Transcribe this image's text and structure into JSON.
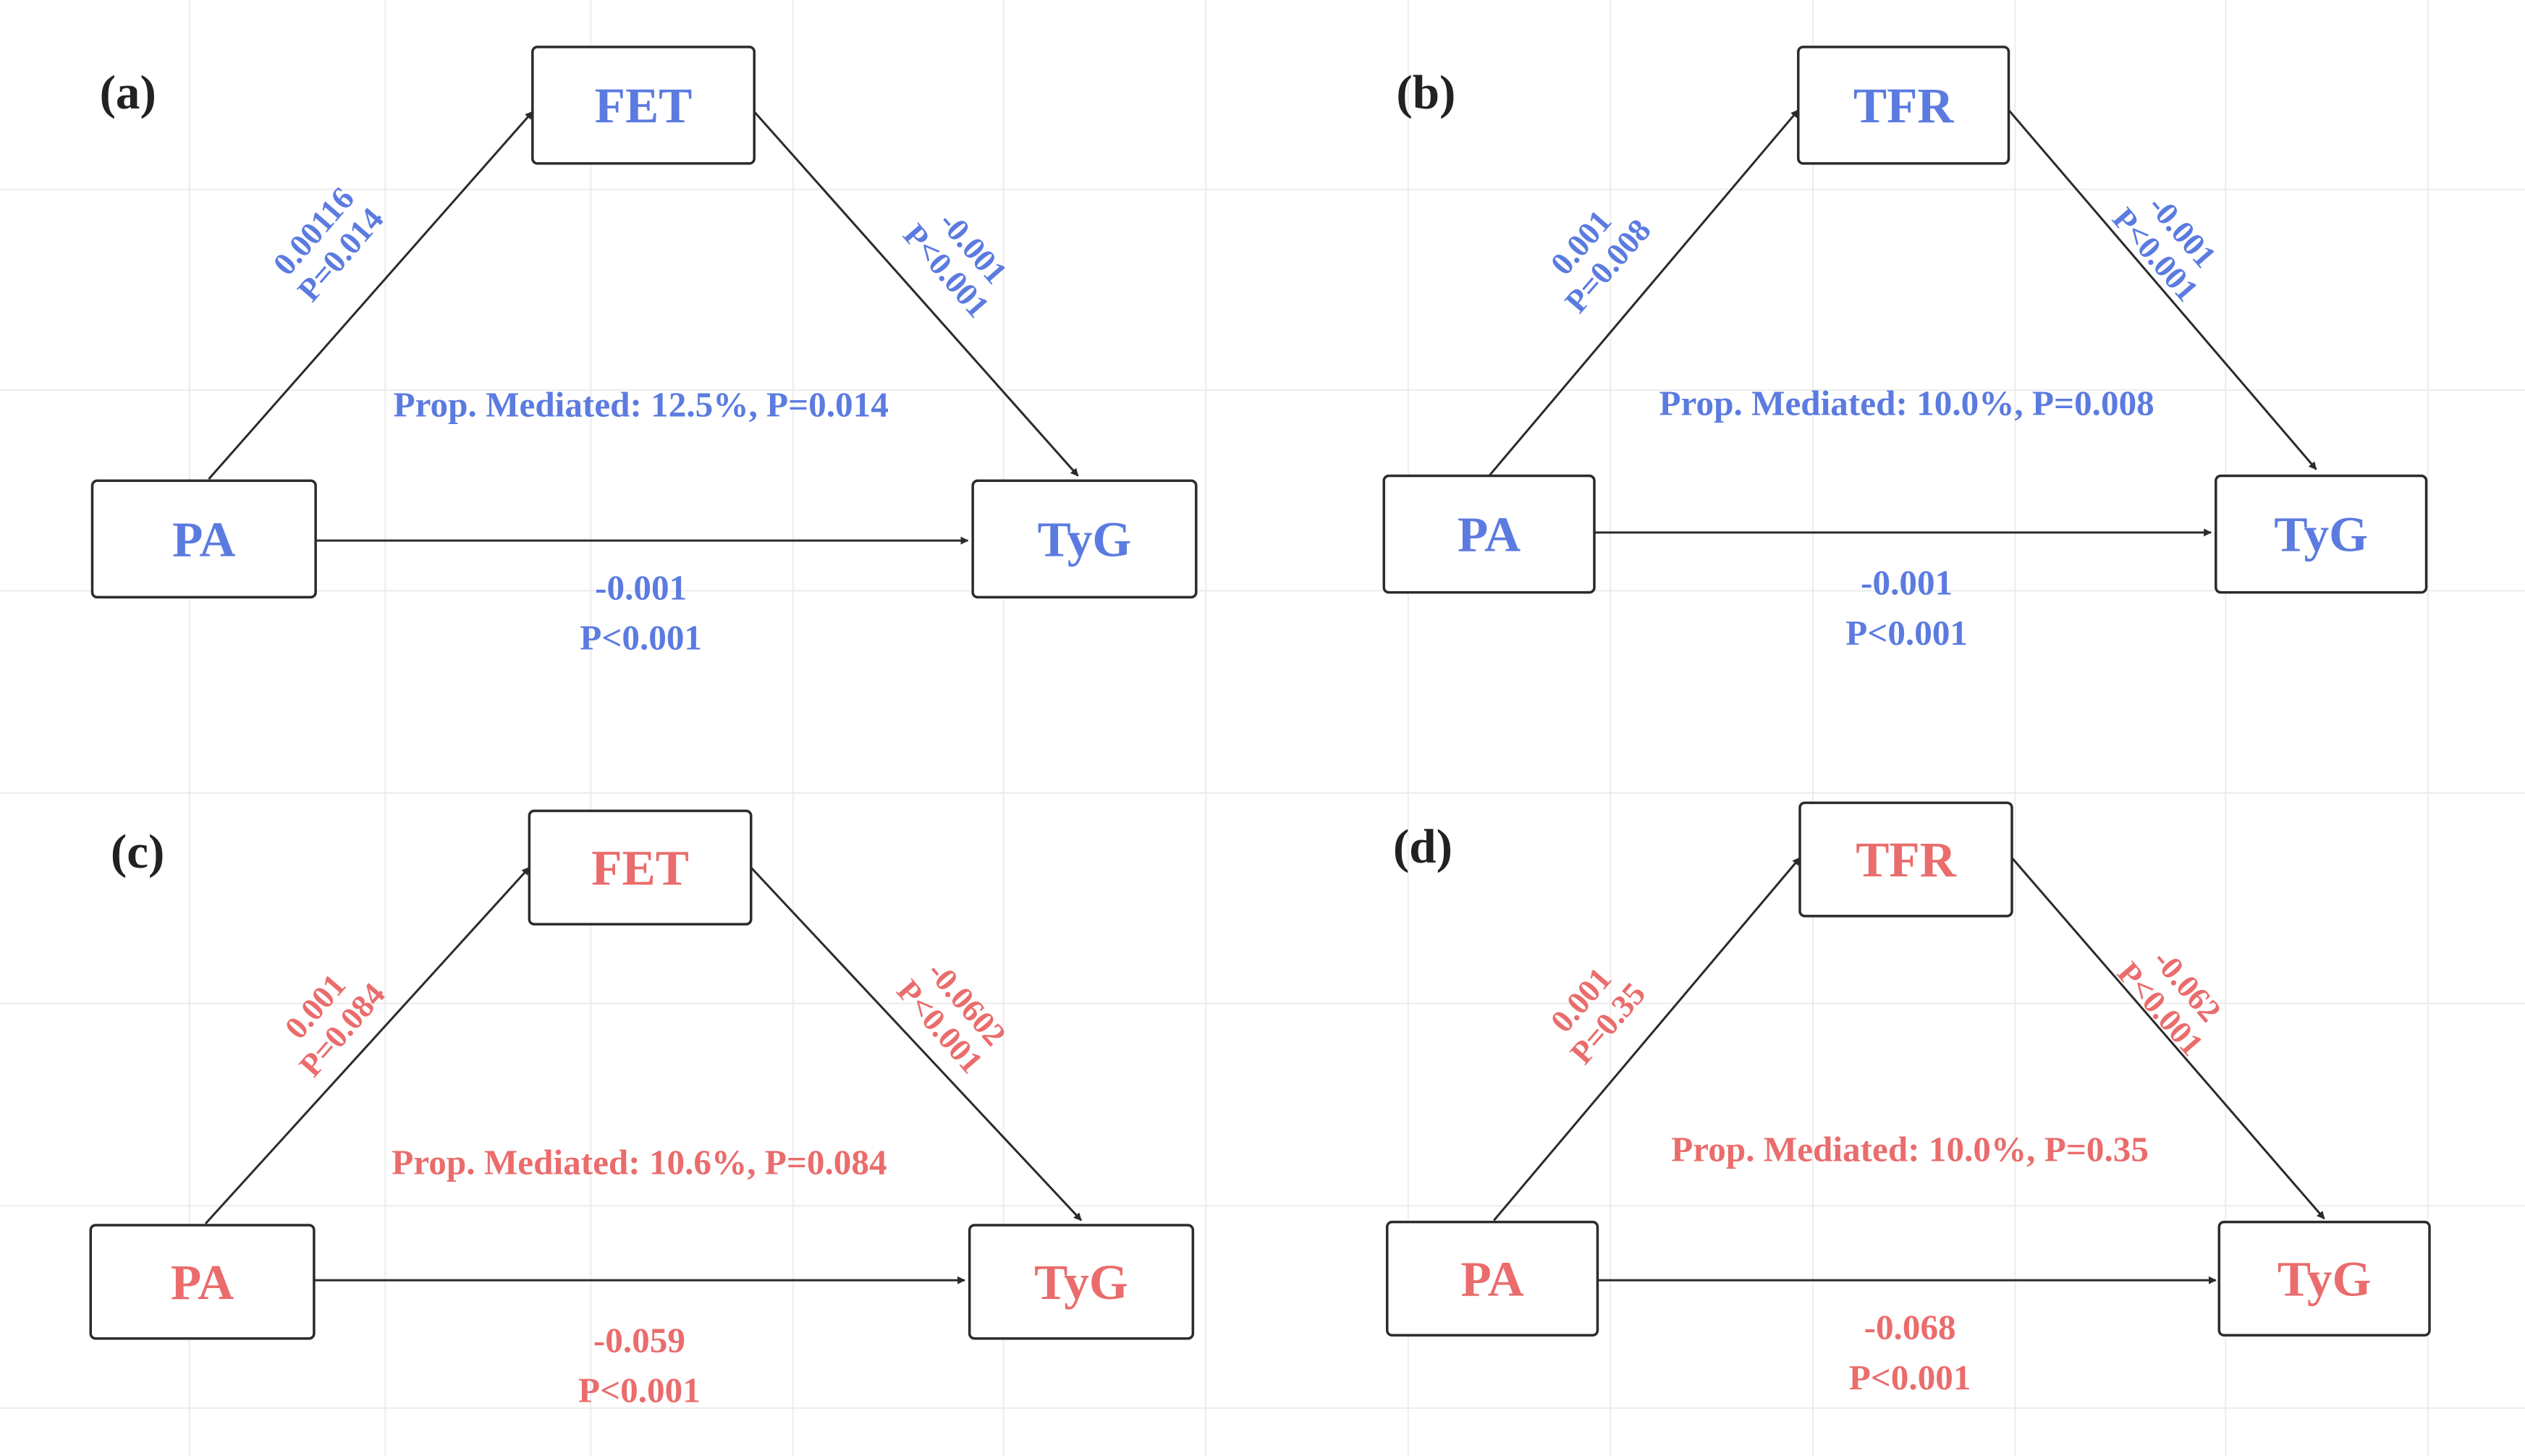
{
  "colors": {
    "blue": "#5b7be0",
    "red": "#ea6c6c",
    "dark": "#222222",
    "arrow": "#2b2b2b"
  },
  "panels": [
    {
      "label": "(a)",
      "tone": "blue",
      "mediator": "FET",
      "exposure": "PA",
      "outcome": "TyG",
      "path_a": {
        "coef": "0.00116",
        "p": "P=0.014"
      },
      "path_b": {
        "coef": "-0.001",
        "p": "P<0.001"
      },
      "path_c": {
        "coef": "-0.001",
        "p": "P<0.001"
      },
      "prop_mediated": "Prop. Mediated: 12.5%, P=0.014"
    },
    {
      "label": "(b)",
      "tone": "blue",
      "mediator": "TFR",
      "exposure": "PA",
      "outcome": "TyG",
      "path_a": {
        "coef": "0.001",
        "p": "P=0.008"
      },
      "path_b": {
        "coef": "-0.001",
        "p": "P<0.001"
      },
      "path_c": {
        "coef": "-0.001",
        "p": "P<0.001"
      },
      "prop_mediated": "Prop. Mediated: 10.0%, P=0.008"
    },
    {
      "label": "(c)",
      "tone": "red",
      "mediator": "FET",
      "exposure": "PA",
      "outcome": "TyG",
      "path_a": {
        "coef": "0.001",
        "p": "P=0.084"
      },
      "path_b": {
        "coef": "-0.0602",
        "p": "P<0.001"
      },
      "path_c": {
        "coef": "-0.059",
        "p": "P<0.001"
      },
      "prop_mediated": "Prop. Mediated: 10.6%, P=0.084"
    },
    {
      "label": "(d)",
      "tone": "red",
      "mediator": "TFR",
      "exposure": "PA",
      "outcome": "TyG",
      "path_a": {
        "coef": "0.001",
        "p": "P=0.35"
      },
      "path_b": {
        "coef": "-0.062",
        "p": "P<0.001"
      },
      "path_c": {
        "coef": "-0.068",
        "p": "P<0.001"
      },
      "prop_mediated": "Prop. Mediated: 10.0%, P=0.35"
    }
  ]
}
